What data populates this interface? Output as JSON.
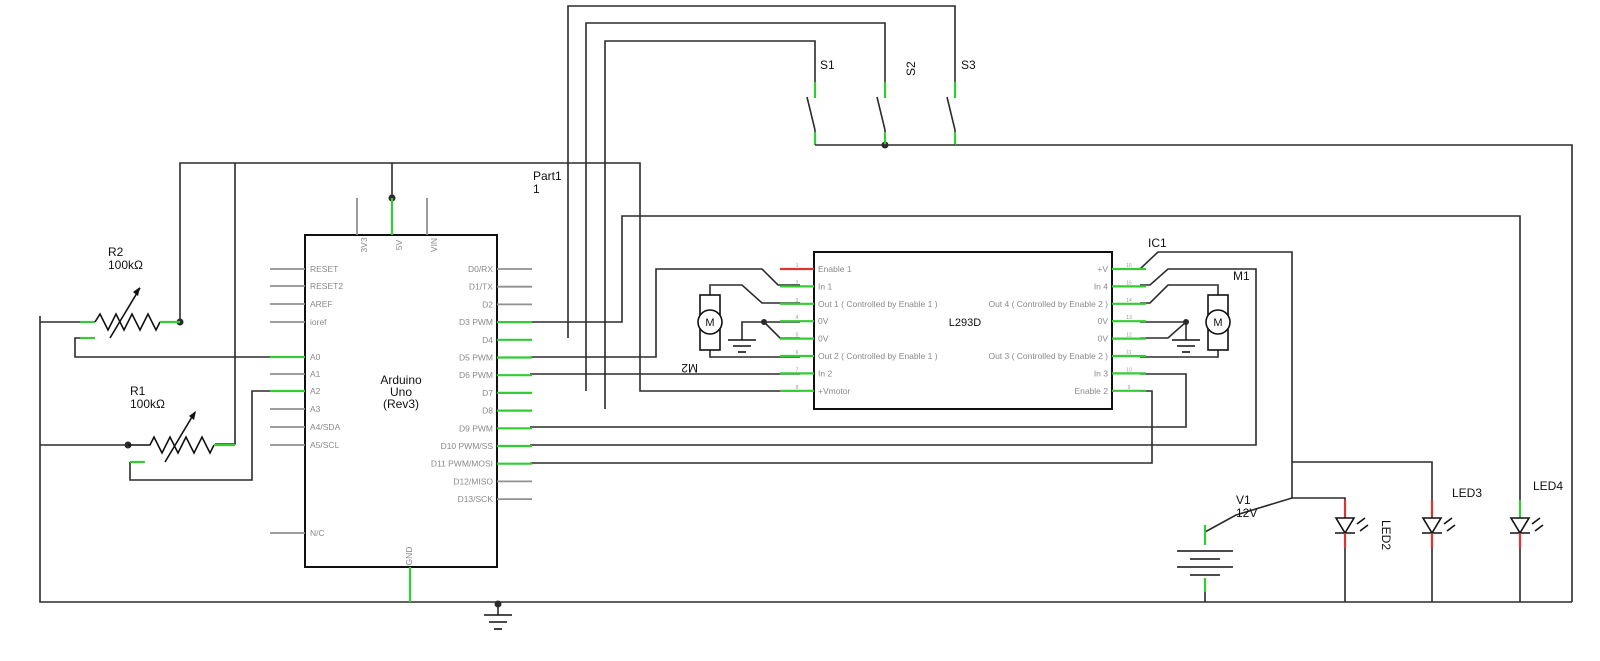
{
  "arduino": {
    "label_line1": "Arduino",
    "label_line2": "Uno",
    "label_line3": "(Rev3)",
    "top_pins": [
      "3V3",
      "5V",
      "VIN"
    ],
    "left_pins": [
      "RESET",
      "RESET2",
      "AREF",
      "ioref",
      "A0",
      "A1",
      "A2",
      "A3",
      "A4/SDA",
      "A5/SCL",
      "N/C"
    ],
    "right_pins": [
      "D0/RX",
      "D1/TX",
      "D2",
      "D3 PWM",
      "D4",
      "D5 PWM",
      "D6 PWM",
      "D7",
      "D8",
      "D9 PWM",
      "D10 PWM/SS",
      "D11 PWM/MOSI",
      "D12/MISO",
      "D13/SCK"
    ],
    "bottom_pin": "GND"
  },
  "part1": {
    "line1": "Part1",
    "line2": "1"
  },
  "driver": {
    "name": "IC1",
    "label": "L293D",
    "left_pins": [
      "Enable 1",
      "In 1",
      "Out 1 ( Controlled by Enable 1 )",
      "0V",
      "0V",
      "Out 2 ( Controlled by Enable 1 )",
      "In 2",
      "+Vmotor"
    ],
    "left_nums": [
      "1",
      "2",
      "3",
      "4",
      "5",
      "6",
      "7",
      "8"
    ],
    "right_pins": [
      "+V",
      "In 4",
      "Out 4 ( Controlled by Enable 2 )",
      "0V",
      "0V",
      "Out 3 ( Controlled by Enable 2 )",
      "In 3",
      "Enable 2"
    ],
    "right_nums": [
      "16",
      "15",
      "14",
      "13",
      "12",
      "11",
      "10",
      "9"
    ]
  },
  "motors": {
    "m1": "M1",
    "m2": "M2",
    "symbol": "M"
  },
  "switches": {
    "s1": "S1",
    "s2": "S2",
    "s3": "S3"
  },
  "resistors": {
    "r1_name": "R1",
    "r1_value": "100kΩ",
    "r2_name": "R2",
    "r2_value": "100kΩ"
  },
  "battery": {
    "name": "V1",
    "value": "12V"
  },
  "leds": {
    "led2": "LED2",
    "led3": "LED3",
    "led4": "LED4"
  },
  "colors": {
    "wire": "#2b2b2b",
    "connected_pin": "#33cc33",
    "unconnected_pin": "#909090",
    "power_pin": "#dd3333"
  }
}
